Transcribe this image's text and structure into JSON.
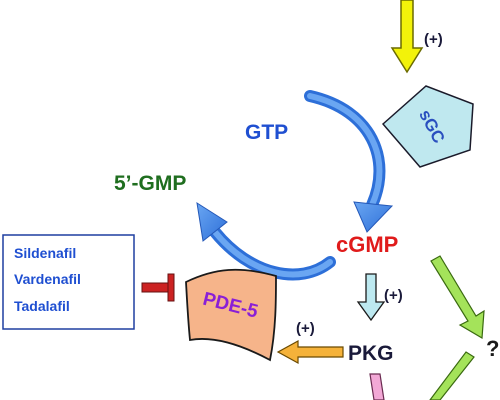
{
  "diagram": {
    "stimulus_sign": "(+)",
    "enzyme_sgc": "sGC",
    "substrate": "GTP",
    "product": "cGMP",
    "metabolite": "5’-GMP",
    "enzyme_pde5": "PDE-5",
    "kinase": "PKG",
    "pkg_sign": "(+)",
    "feedback_sign": "(+)",
    "unknown_marker": "?",
    "inhibitors": [
      "Sildenafil",
      "Vardenafil",
      "Tadalafil"
    ]
  },
  "colors": {
    "blue_text": "#1f4fd1",
    "green_text": "#1f6e1f",
    "red_text": "#e01b1b",
    "purple_text": "#8a1fd6",
    "dark_text": "#1a1a3a",
    "cycle_arrow": "#3f7fe0",
    "sgc_fill": "#bfe8ef",
    "pde5_fill": "#f6b48a",
    "inhibit_bar": "#cc2222",
    "stim_arrow": "#f2f20a",
    "pkg_arrow": "#bde9f0",
    "feedback_arrow": "#f5b23a",
    "green_arrow": "#a4e35a",
    "pink_arrow": "#f2a8d6"
  }
}
